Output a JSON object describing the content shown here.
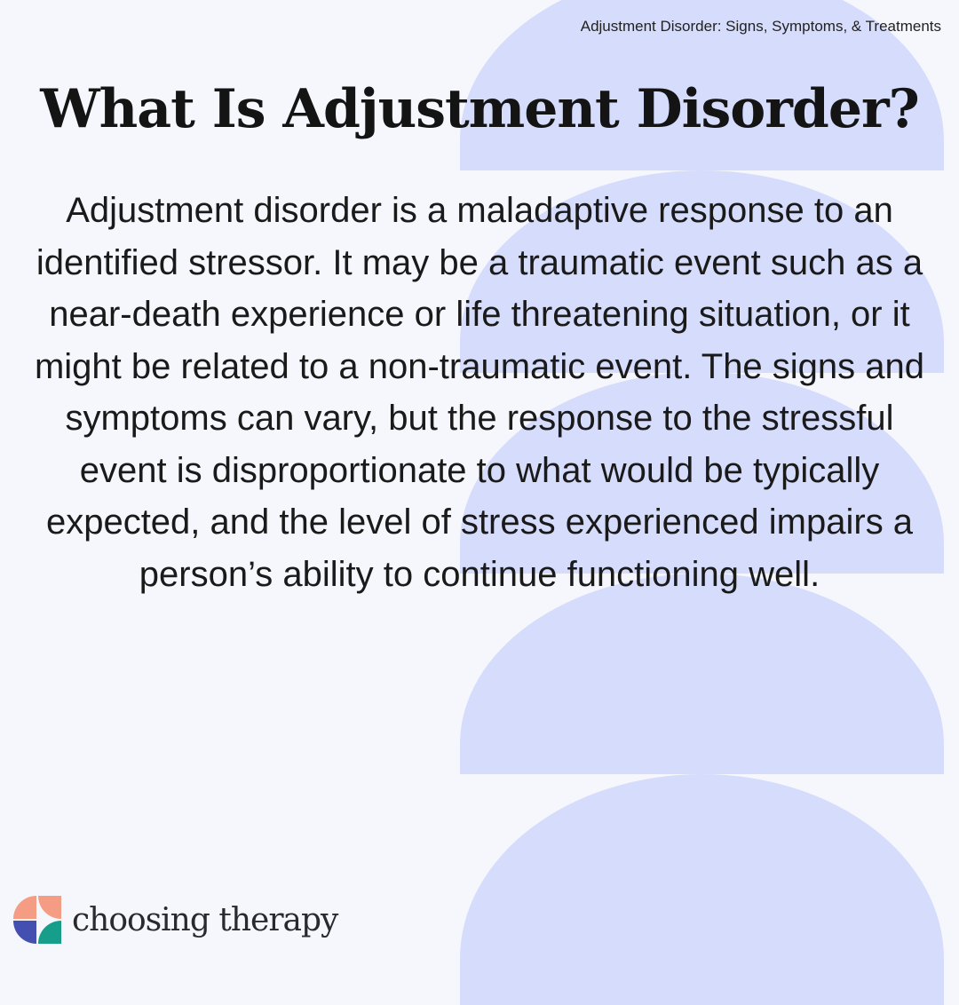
{
  "header": {
    "subtitle": "Adjustment Disorder: Signs, Symptoms, & Treatments"
  },
  "main": {
    "title": "What Is Adjustment Disorder?",
    "body": "Adjustment disorder is a maladaptive response to an identified stressor. It may be a traumatic event such as a near-death experience or life threatening situation, or it might be related to a non-traumatic event. The signs and symptoms can vary, but the response to the stressful event is disproportionate to what would be typically expected, and the level of stress experienced impairs a person’s ability to continue functioning well."
  },
  "footer": {
    "brand": "choosing therapy"
  },
  "colors": {
    "background": "#f6f7fd",
    "arch": "#d6dcfb",
    "logo_peach": "#f59c84",
    "logo_blue": "#4450b0",
    "logo_teal": "#169e8a"
  }
}
